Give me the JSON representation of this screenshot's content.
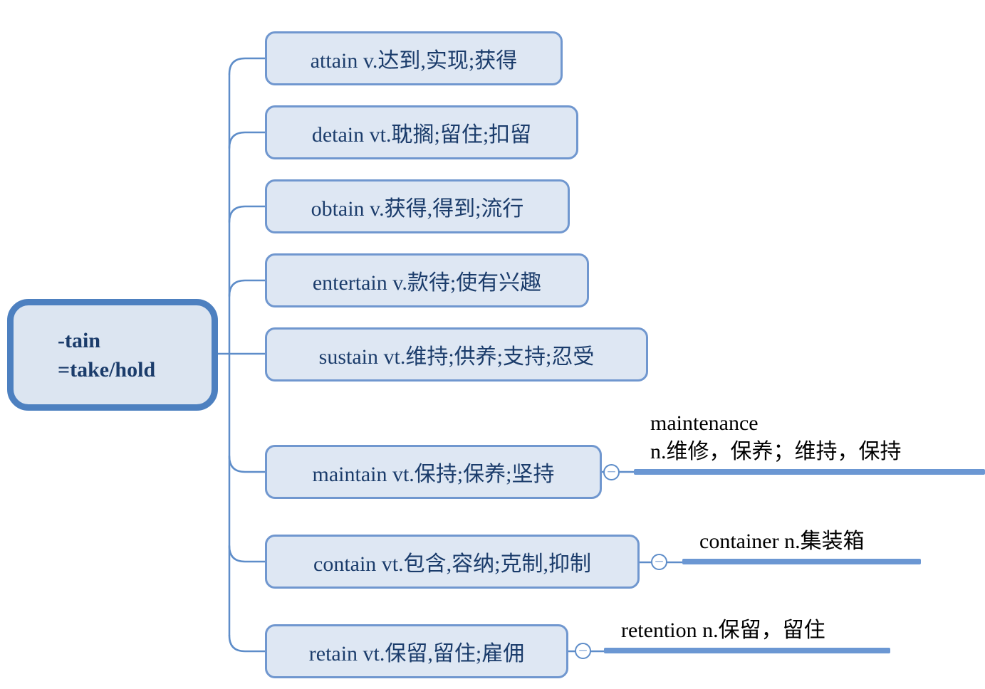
{
  "root": {
    "line1": "-tain",
    "line2": "=take/hold"
  },
  "branches": [
    {
      "label": "attain v.达到,实现;获得"
    },
    {
      "label": "detain vt.耽搁;留住;扣留"
    },
    {
      "label": "obtain v.获得,得到;流行"
    },
    {
      "label": "entertain v.款待;使有兴趣"
    },
    {
      "label": "sustain vt.维持;供养;支持;忍受"
    },
    {
      "label": "maintain vt.保持;保养;坚持"
    },
    {
      "label": "contain vt.包含,容纳;克制,抑制"
    },
    {
      "label": "retain vt.保留,留住;雇佣"
    }
  ],
  "subnodes": {
    "maintenance": {
      "line1": "maintenance",
      "line2": "n.维修，保养；维持，保持"
    },
    "container": {
      "line1": "container n.集装箱"
    },
    "retention": {
      "line1": "retention n.保留，留住"
    }
  },
  "icons": {
    "collapse_icon": "−"
  },
  "colors": {
    "node_fill": "#dee7f3",
    "node_border": "#7097cf",
    "root_fill": "#dce5f1",
    "root_border": "#4d80c0",
    "node_text": "#1b3c6b",
    "connector": "#5e8dc9",
    "underline_bar": "#6b97d3",
    "sub_text": "#000000"
  }
}
